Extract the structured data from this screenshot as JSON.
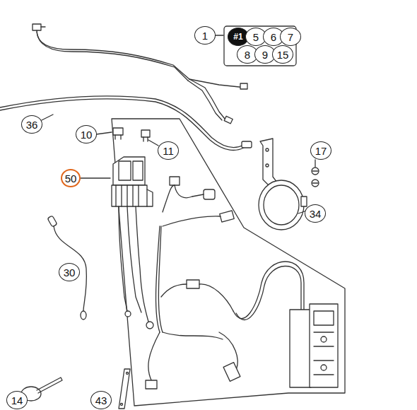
{
  "diagram": {
    "labels": [
      "1",
      "#1",
      "5",
      "6",
      "7",
      "8",
      "9",
      "15",
      "36",
      "10",
      "11",
      "50",
      "17",
      "34",
      "30",
      "14",
      "43"
    ]
  }
}
